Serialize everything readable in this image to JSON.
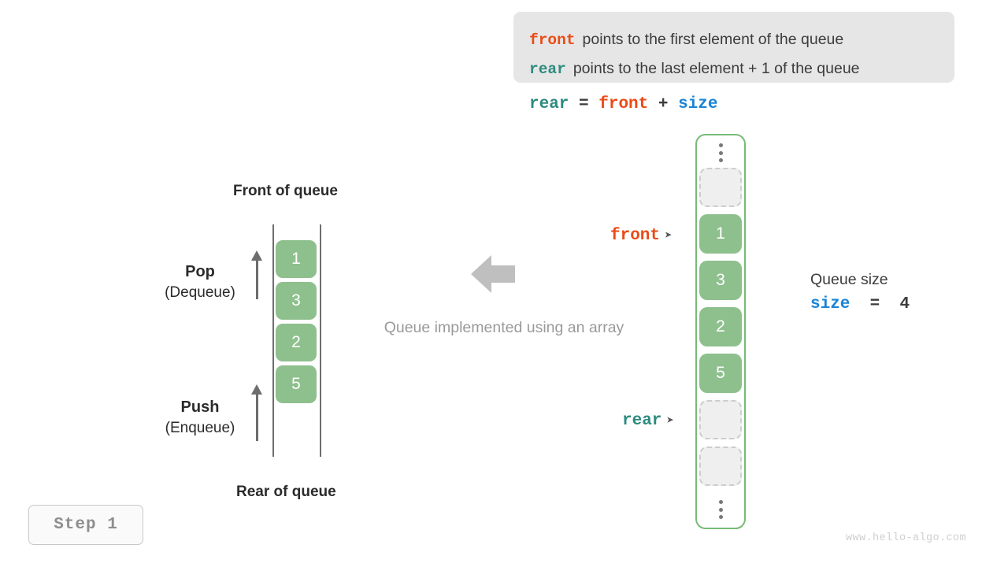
{
  "legend": {
    "line1": {
      "keyword": "front",
      "text": "points to the first element of the queue",
      "color": "#ea4b16"
    },
    "line2": {
      "keyword": "rear",
      "text": "points to the last element + 1 of the queue",
      "color": "#2e8b7f"
    }
  },
  "formula": {
    "lhs": "rear",
    "eq": " = ",
    "rhs1": "front",
    "plus": " + ",
    "rhs2": "size"
  },
  "queue_diagram": {
    "front_label": "Front of queue",
    "rear_label": "Rear of queue",
    "pop": {
      "title": "Pop",
      "subtitle": "(Dequeue)"
    },
    "push": {
      "title": "Push",
      "subtitle": "(Enqueue)"
    },
    "cells": [
      "1",
      "3",
      "2",
      "5"
    ]
  },
  "center": {
    "arrow_icon": "arrow-left-icon",
    "caption": "Queue implemented using an array"
  },
  "array": {
    "top_ellipsis": "vertical-ellipsis-icon",
    "bottom_ellipsis": "vertical-ellipsis-icon",
    "slots": [
      {
        "value": "",
        "state": "empty"
      },
      {
        "value": "1",
        "state": "filled"
      },
      {
        "value": "3",
        "state": "filled"
      },
      {
        "value": "2",
        "state": "filled"
      },
      {
        "value": "5",
        "state": "filled"
      },
      {
        "value": "",
        "state": "empty"
      },
      {
        "value": "",
        "state": "empty"
      }
    ],
    "front_pointer": {
      "label": "front",
      "arrow": "➤",
      "color": "#ea4b16"
    },
    "rear_pointer": {
      "label": "rear",
      "arrow": "➤",
      "color": "#2e8b7f"
    },
    "border_color": "#77bb77"
  },
  "size_block": {
    "title": "Queue size",
    "keyword": "size",
    "equals": "  =  ",
    "value": "4",
    "keyword_color": "#1a84d6"
  },
  "step_badge": "Step 1",
  "watermark": "www.hello-algo.com",
  "palette": {
    "filled_cell": "#8ec08d",
    "empty_cell": "#efefef",
    "legend_bg": "#e6e6e6",
    "muted_text": "#9a9a9a"
  }
}
